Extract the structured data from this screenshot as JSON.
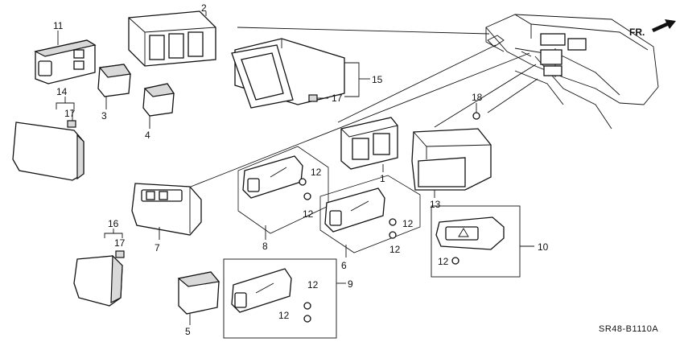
{
  "diagram": {
    "callouts": {
      "c1": "1",
      "c2": "2",
      "c3": "3",
      "c4": "4",
      "c5": "5",
      "c6": "6",
      "c7": "7",
      "c8": "8",
      "c9": "9",
      "c10": "10",
      "c11": "11",
      "c13": "13",
      "c14": "14",
      "c15": "15",
      "c16": "16",
      "c17a": "17",
      "c17b": "17",
      "c17c": "17",
      "c18": "18",
      "c12a": "12",
      "c12b": "12",
      "c12c": "12",
      "c12d": "12",
      "c12e": "12",
      "c12f": "12",
      "c12g": "12"
    },
    "direction_label": "FR.",
    "diagram_code": "SR48-B1110A"
  }
}
